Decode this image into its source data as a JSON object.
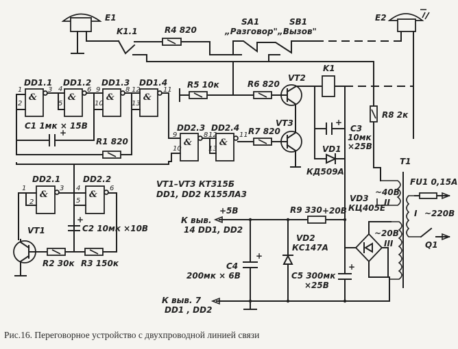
{
  "figure": {
    "caption": "Рис.16. Переговорное устройство с двухпроводной линией связи"
  },
  "components": {
    "E1": "E1",
    "E2": "E2",
    "K1_1": "K1.1",
    "R4": "R4 820",
    "SA1": "SA1",
    "SA1_name": "„Разговор\"",
    "SB1": "SB1",
    "SB1_name": "„Вызов\"",
    "DD1_1": "DD1.1",
    "DD1_2": "DD1.2",
    "DD1_3": "DD1.3",
    "DD1_4": "DD1.4",
    "DD2_1": "DD2.1",
    "DD2_2": "DD2.2",
    "DD2_3": "DD2.3",
    "DD2_4": "DD2.4",
    "R5": "R5 10к",
    "R6": "R6 820",
    "R7": "R7 820",
    "VT1": "VT1",
    "VT2": "VT2",
    "VT3": "VT3",
    "K1": "K1",
    "R8": "R8 2к",
    "C1": "C1 1мк × 15В",
    "R1": "R1 820",
    "C2": "C2 10мк ×10В",
    "R2": "R2 30к",
    "R3": "R3 150к",
    "C3_a": "C3",
    "C3_b": "10мк",
    "C3_c": "×25В",
    "VD1": "VD1",
    "VD1_type": "КД509А",
    "R9": "R9 330",
    "V20": "+20В",
    "V5": "+5В",
    "VD2": "VD2",
    "VD2_type": "КС147А",
    "C4_a": "C4",
    "C4_b": "200мк × 6В",
    "C5_a": "C5 300мк",
    "C5_b": "×25В",
    "VD3": "VD3",
    "VD3_type": "КЦ405Е",
    "T1": "T1",
    "W2_v": "~40В",
    "W2": "II",
    "W3_v": "~20В",
    "W3": "III",
    "W1": "I",
    "W1_v": "~220В",
    "FU1": "FU1 0,15А",
    "Q1": "Q1",
    "types1": "VT1–VT3  КТ315Б",
    "types2": "DD1, DD2  К155ЛА3",
    "to14_a": "К выв.",
    "to14_b": "14  DD1, DD2",
    "to7_a": "К выв. 7",
    "to7_b": "DD1 , DD2"
  },
  "pins": {
    "dd11_in1": "1",
    "dd11_in2": "2",
    "dd11_out": "3",
    "dd12_in1": "4",
    "dd12_in2": "5",
    "dd12_out": "6",
    "dd13_in1": "9",
    "dd13_in2": "10",
    "dd13_out": "8",
    "dd14_in1": "12",
    "dd14_in2": "13",
    "dd14_out": "11",
    "dd23_in1": "9",
    "dd23_in2": "10",
    "dd23_out": "8",
    "dd24_in1": "12",
    "dd24_in2": "13",
    "dd24_out": "11",
    "dd21_in1": "1",
    "dd21_in2": "2",
    "dd21_out": "3",
    "dd22_in1": "4",
    "dd22_in2": "5",
    "dd22_out": "6",
    "and": "&",
    "plus": "+"
  }
}
